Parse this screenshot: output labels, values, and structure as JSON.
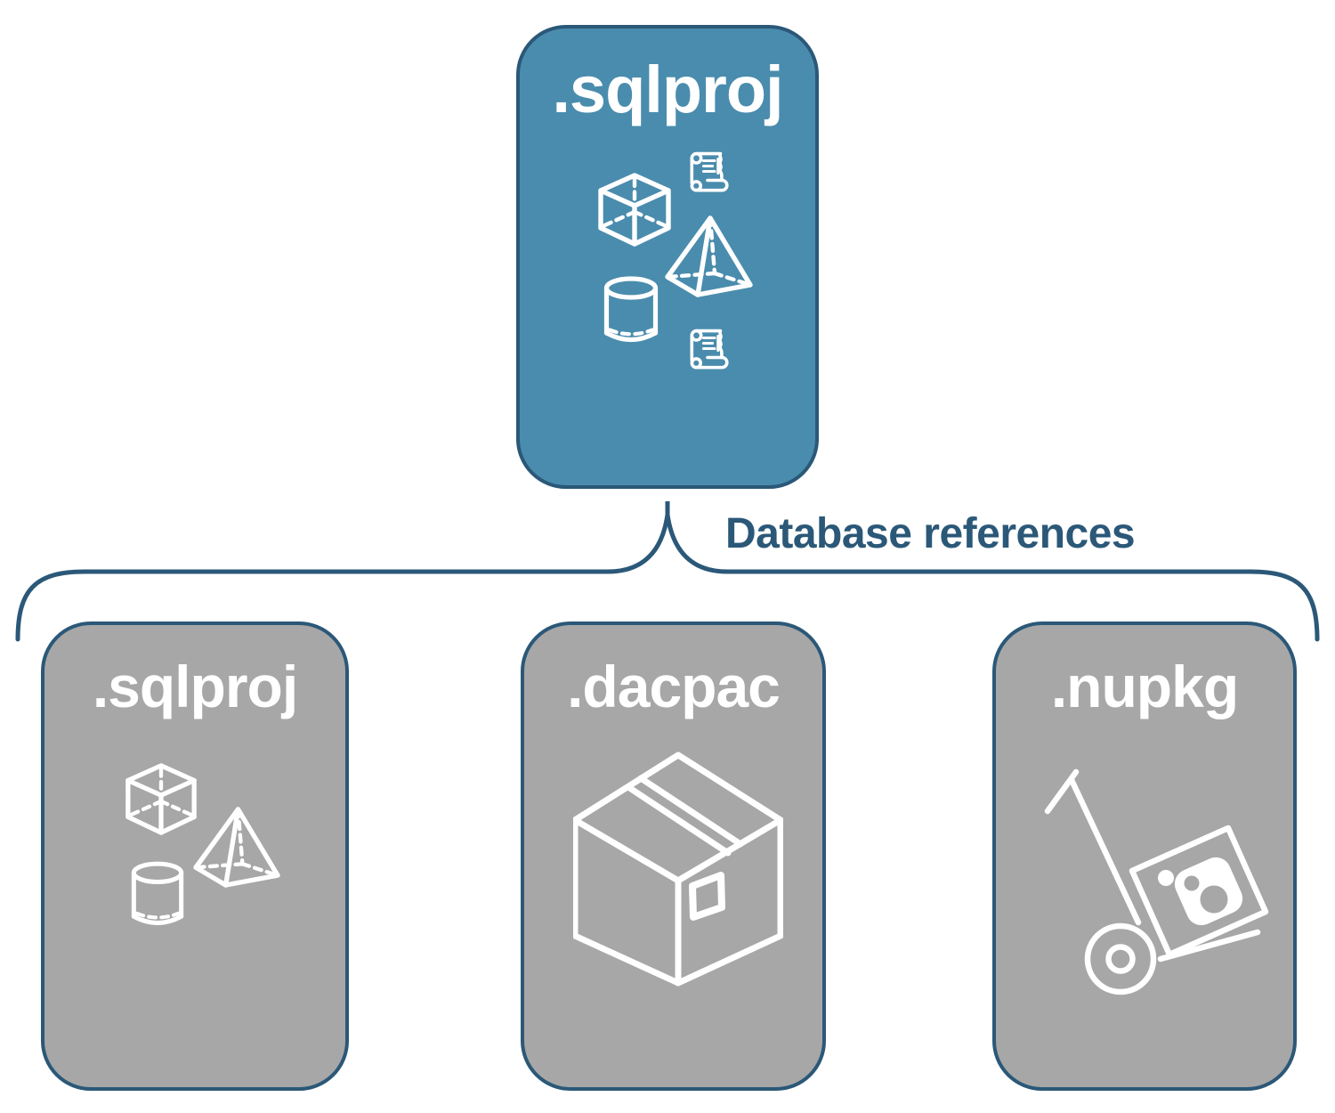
{
  "connector": {
    "label": "Database references"
  },
  "nodes": {
    "root": {
      "label": ".sqlproj",
      "icons": [
        "cube",
        "scroll",
        "pyramid",
        "cylinder",
        "scroll"
      ]
    },
    "children": [
      {
        "label": ".sqlproj",
        "icons": [
          "cube",
          "pyramid",
          "cylinder"
        ]
      },
      {
        "label": ".dacpac",
        "icons": [
          "package-box"
        ]
      },
      {
        "label": ".nupkg",
        "icons": [
          "nuget-handtruck"
        ]
      }
    ]
  },
  "colors": {
    "background": "#FFFFFF",
    "root_fill": "#4A8CAD",
    "child_fill": "#A7A7A7",
    "outline": "#2B5878",
    "connector_text": "#2B5878",
    "label_text": "#FFFFFF",
    "icon_color": "#FFFFFF"
  }
}
